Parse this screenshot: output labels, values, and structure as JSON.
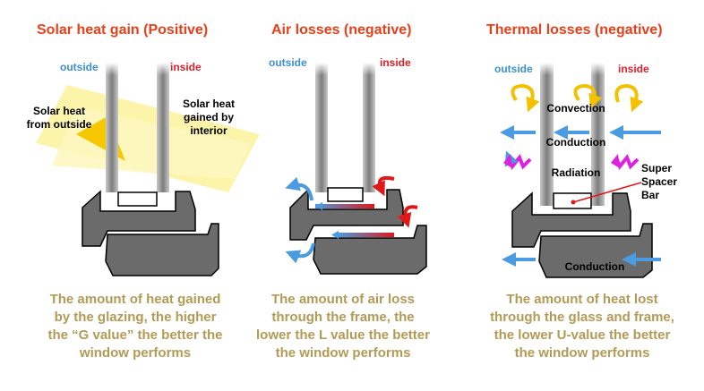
{
  "colors": {
    "title": "#e8401a",
    "outside": "#3d8fd6",
    "inside": "#e0202a",
    "caption": "#b39a55",
    "frame": "#6b6b6b",
    "arrow_blue": "#4a9be0",
    "arrow_red": "#e01818",
    "radiation": "#e020e0",
    "convection": "#f2c200",
    "sun": "#f5d800"
  },
  "panels": [
    {
      "title": "Solar heat gain (Positive)",
      "outside_label": "outside",
      "inside_label": "inside",
      "annotations": {
        "from_outside": "Solar heat\nfrom outside",
        "gained_interior": "Solar heat\ngained by\ninterior"
      },
      "caption": "The amount of heat gained\nby the glazing, the higher\nthe “G value” the better the\nwindow performs"
    },
    {
      "title": "Air losses (negative)",
      "outside_label": "outside",
      "inside_label": "inside",
      "caption": "The amount of air loss\nthrough the frame, the\nlower the L value the better\nthe window  performs"
    },
    {
      "title": "Thermal losses (negative)",
      "outside_label": "outside",
      "inside_label": "inside",
      "annotations": {
        "convection": "Convection",
        "conduction_glass": "Conduction",
        "radiation": "Radiation",
        "spacer": "Super\nSpacer\nBar",
        "conduction_frame": "Conduction"
      },
      "caption": "The amount of heat lost\nthrough the glass and frame,\nthe lower U-value the better\nthe window performs"
    }
  ]
}
